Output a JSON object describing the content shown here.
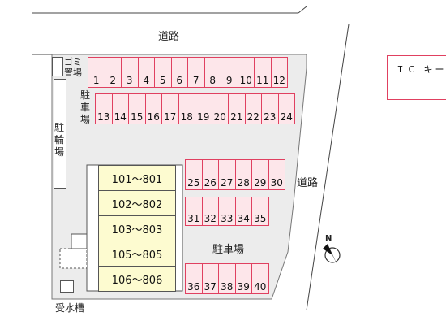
{
  "labels": {
    "road_top": "道路",
    "road_right": "道路",
    "garbage": "ゴミ置場",
    "bicycle": "駐輪場",
    "parking_north": "駐車場",
    "parking_center": "駐車場",
    "water_tank": "受水槽",
    "ic_key": "ＩＣ キー"
  },
  "stalls": {
    "row1": [
      "1",
      "2",
      "3",
      "4",
      "5",
      "6",
      "7",
      "8",
      "9",
      "10",
      "11",
      "12"
    ],
    "row2": [
      "13",
      "14",
      "15",
      "16",
      "17",
      "18",
      "19",
      "20",
      "21",
      "22",
      "23",
      "24"
    ],
    "row3": [
      "25",
      "26",
      "27",
      "28",
      "29",
      "30"
    ],
    "row4": [
      "31",
      "32",
      "33",
      "34",
      "35"
    ],
    "row5": [
      "36",
      "37",
      "38",
      "39",
      "40"
    ]
  },
  "units": [
    "101～801",
    "102～802",
    "103～803",
    "105～805",
    "106～806"
  ],
  "compass": "N"
}
